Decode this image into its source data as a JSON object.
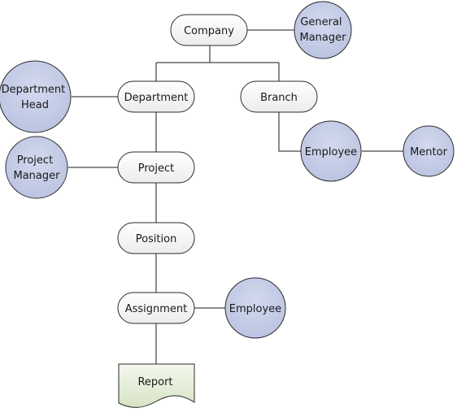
{
  "diagram": {
    "entities": {
      "company": "Company",
      "department": "Department",
      "branch": "Branch",
      "project": "Project",
      "position": "Position",
      "assignment": "Assignment"
    },
    "roles": {
      "general_manager": [
        "General",
        "Manager"
      ],
      "department_head": [
        "Department",
        "Head"
      ],
      "project_manager": [
        "Project",
        "Manager"
      ],
      "branch_employee": [
        "Employee"
      ],
      "mentor": [
        "Mentor"
      ],
      "assignment_employee": [
        "Employee"
      ]
    },
    "document": {
      "report": "Report"
    },
    "colors": {
      "role_fill": "#c5cde6",
      "pill_fill": "#ffffff",
      "document_fill": "#e3ecd6",
      "stroke": "#2b2b2b"
    }
  }
}
